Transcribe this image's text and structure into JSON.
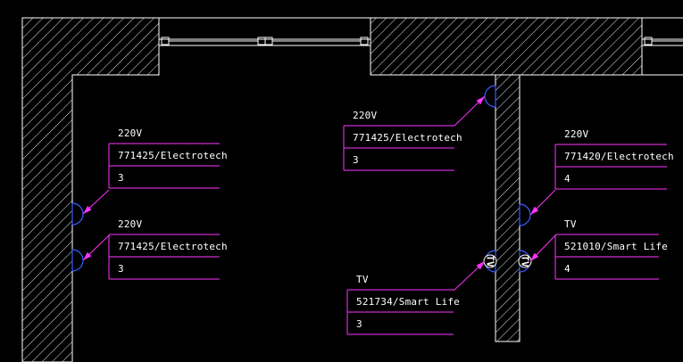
{
  "colors": {
    "background": "#000000",
    "wall_line": "#ffffff",
    "annotation": "#ff33ff",
    "outlet_symbol": "#3a5cff",
    "text": "#ffffff"
  },
  "drawing": {
    "sockets": [
      {
        "id": "socket-1",
        "symbol": "power-outlet-icon",
        "voltage": "220V",
        "article": "771425/Electrotech",
        "quantity": "3"
      },
      {
        "id": "socket-2",
        "symbol": "power-outlet-icon",
        "voltage": "220V",
        "article": "771425/Electrotech",
        "quantity": "3"
      },
      {
        "id": "socket-3",
        "symbol": "power-outlet-icon",
        "voltage": "220V",
        "article": "771425/Electrotech",
        "quantity": "3"
      },
      {
        "id": "socket-4",
        "symbol": "power-outlet-icon",
        "voltage": "220V",
        "article": "771420/Electrotech",
        "quantity": "4"
      },
      {
        "id": "socket-5",
        "symbol": "tv-outlet-icon",
        "voltage": "TV",
        "article": "521010/Smart Life",
        "quantity": "4",
        "symbol_label": "TV"
      },
      {
        "id": "socket-6",
        "symbol": "tv-outlet-icon",
        "voltage": "TV",
        "article": "521734/Smart Life",
        "quantity": "3",
        "symbol_label": "TV"
      }
    ]
  }
}
